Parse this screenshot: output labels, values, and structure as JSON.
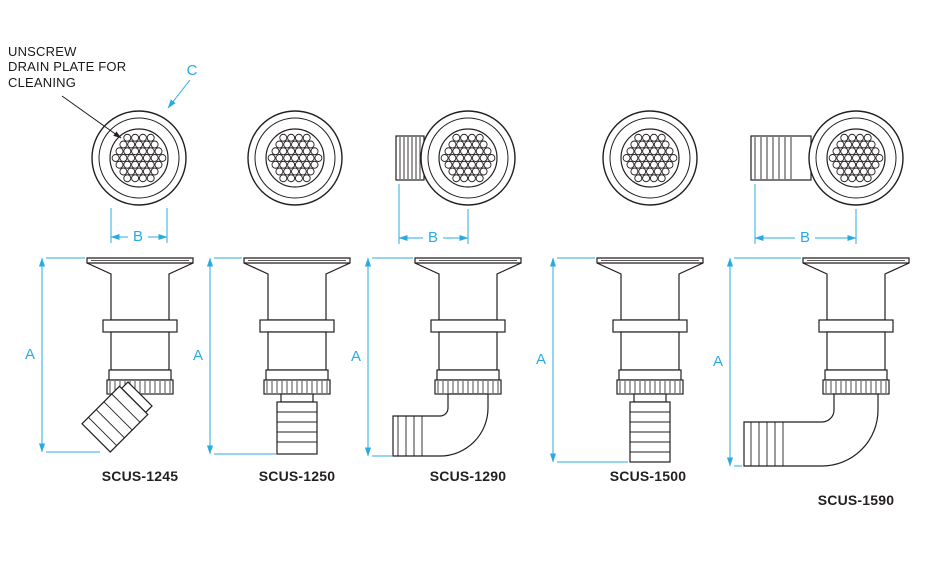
{
  "colors": {
    "dimension": "#29ABE2",
    "line": "#231F20"
  },
  "annotation": {
    "line1": "UNSCREW",
    "line2": "DRAIN PLATE FOR",
    "line3": "CLEANING"
  },
  "dims": {
    "a": "A",
    "b": "B",
    "c": "C"
  },
  "parts": [
    {
      "label": "SCUS-1245"
    },
    {
      "label": "SCUS-1250"
    },
    {
      "label": "SCUS-1290"
    },
    {
      "label": "SCUS-1500"
    },
    {
      "label": "SCUS-1590"
    }
  ]
}
